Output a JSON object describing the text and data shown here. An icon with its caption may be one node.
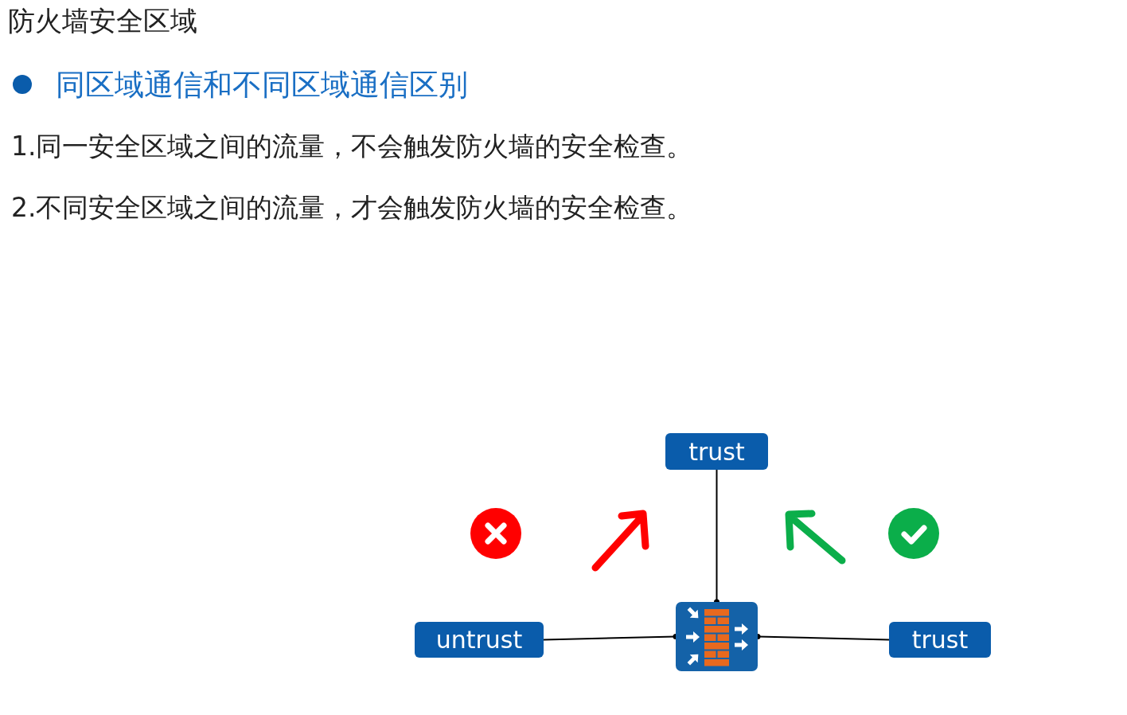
{
  "diagram": {
    "title": "防火墙安全区域",
    "nodes": [
      {
        "text": [
          "trust"
        ]
      },
      {
        "text": [
          "untrust"
        ]
      },
      {
        "text": [],
        "shape": "picture"
      },
      {
        "text": [
          "trust"
        ]
      }
    ],
    "edges": [
      {
        "from": 0,
        "to": 2,
        "arrow": "other"
      },
      {
        "from": 1,
        "to": 2,
        "arrow": "other"
      },
      {
        "from": 3,
        "to": 2,
        "arrow": "other"
      }
    ],
    "labels": [
      "同区域通信和不同区域通信区别",
      "1.同一安全区域之间的流量，不会触发防火墙的安全检查。",
      "2.不同安全区域之间的流量，才会触发防火墙的安全检查。"
    ]
  }
}
